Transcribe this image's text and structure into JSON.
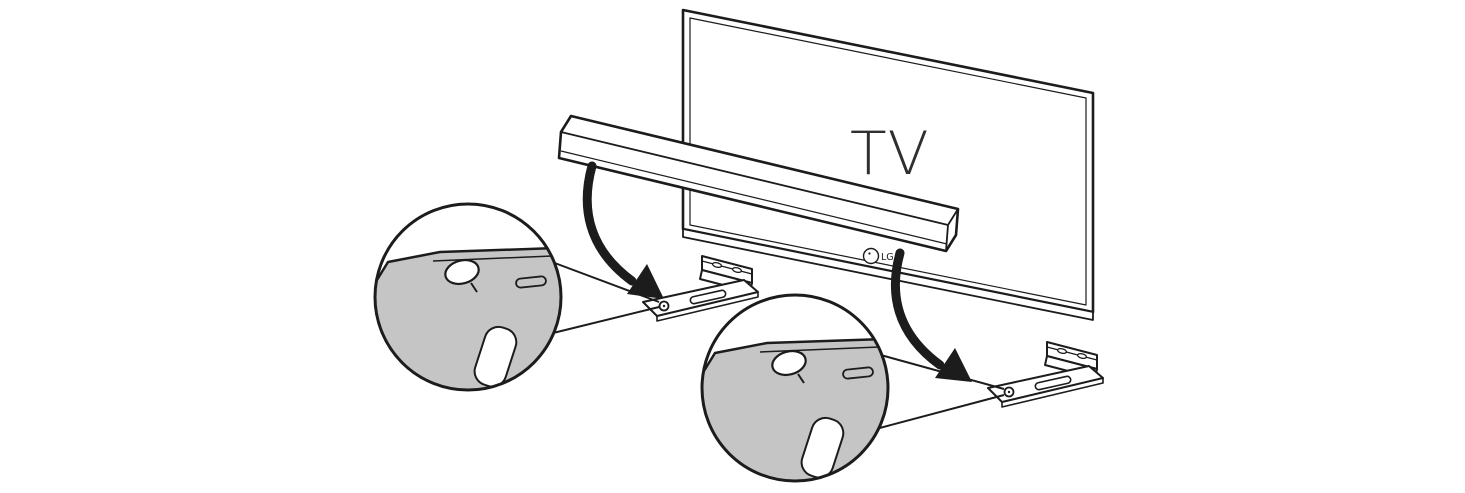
{
  "diagram": {
    "tv_label": "TV",
    "brand_logo": "LG",
    "colors": {
      "line": "#1c1c1c",
      "plate_gray": "#c5c5c5",
      "background": "#ffffff"
    },
    "icons": {
      "arrow_left": "curved-down-arrow",
      "arrow_right": "curved-down-arrow",
      "magnifier_left": "zoom-detail-circle",
      "magnifier_right": "zoom-detail-circle"
    }
  }
}
